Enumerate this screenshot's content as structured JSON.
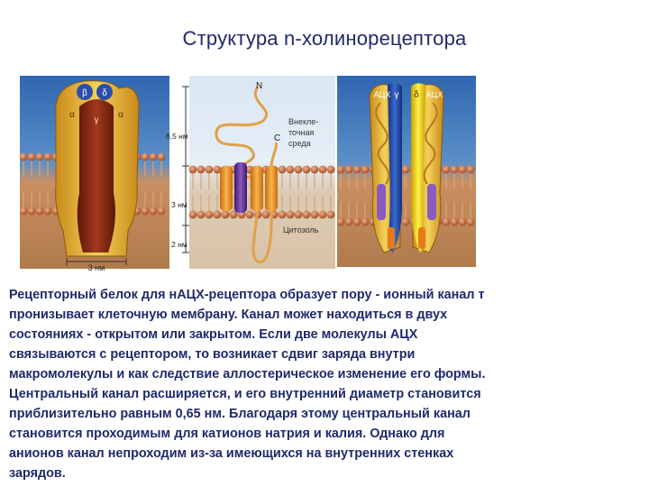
{
  "page": {
    "title": "Структура n-холинорецептора"
  },
  "figure1": {
    "labels": {
      "beta": "β",
      "delta": "δ",
      "alpha_left": "α",
      "alpha_right": "α",
      "gamma": "γ"
    },
    "width_label": "3 нм",
    "colors": {
      "subunit": "#e6b93a",
      "pore": "#8f2a14",
      "membrane_head": "#c8744a",
      "background": "#2e61a8"
    }
  },
  "figure2": {
    "terminal_n": "N",
    "terminal_c": "C",
    "extracellular": [
      "Внекле-",
      "точная",
      "среда"
    ],
    "cytosol": "Цитозоль",
    "dimensions": [
      "6,5 нм",
      "3 нм",
      "2 нм"
    ]
  },
  "figure3": {
    "labels": {
      "ach_left": "АЦХ",
      "gamma": "γ",
      "delta": "δ",
      "ach_right": "АЦХ"
    }
  },
  "body": {
    "lines": [
      "Рецепторный белок для нАЦХ-рецептора образует пору - ионный канал т",
      "пронизывает клеточную мембрану. Канал может находиться в двух",
      "состояниях - открытом или закрытом. Если две молекулы АЦХ",
      "связываются с рецептором, то возникает сдвиг заряда внутри",
      "макромолекулы и как следствие аллостерическое изменение его формы.",
      "Центральный канал расширяется, и его внутренний диаметр становится",
      "приблизительно равным 0,65 нм. Благодаря этому центральный канал",
      "становится проходимым для катионов натрия и калия. Однако для",
      "анионов канал непроходим из-за имеющихся на внутренних стенках",
      "зарядов."
    ]
  }
}
